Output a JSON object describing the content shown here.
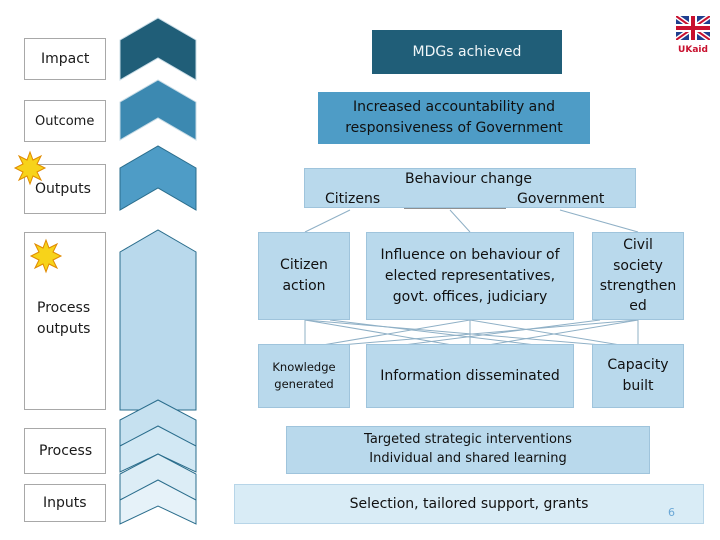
{
  "levels": {
    "impact": "Impact",
    "outcome": "Outcome",
    "outputs": "Outputs",
    "process_outputs": "Process outputs",
    "process": "Process",
    "inputs": "Inputs"
  },
  "boxes": {
    "mdgs": "MDGs achieved",
    "accountability": "Increased accountability and responsiveness of Government",
    "behaviour_change": "Behaviour change",
    "citizens": "Citizens",
    "government": "Government",
    "citizen_action": "Citizen action",
    "influence": "Influence on behaviour of elected representatives, govt. offices, judiciary",
    "civil_society": "Civil society strengthen ed",
    "knowledge": "Knowledge generated",
    "information": "Information disseminated",
    "capacity": "Capacity built",
    "targeted_line1": "Targeted strategic interventions",
    "targeted_line2": "Individual and shared learning",
    "selection": "Selection, tailored support, grants"
  },
  "logo": {
    "text": "UKaid"
  },
  "slide_number": "6",
  "colors": {
    "dark": "#205e78",
    "mid": "#4e9cc6",
    "light": "#b9d9ec",
    "lightest": "#d9ecf6",
    "star": "#f7d31a"
  }
}
